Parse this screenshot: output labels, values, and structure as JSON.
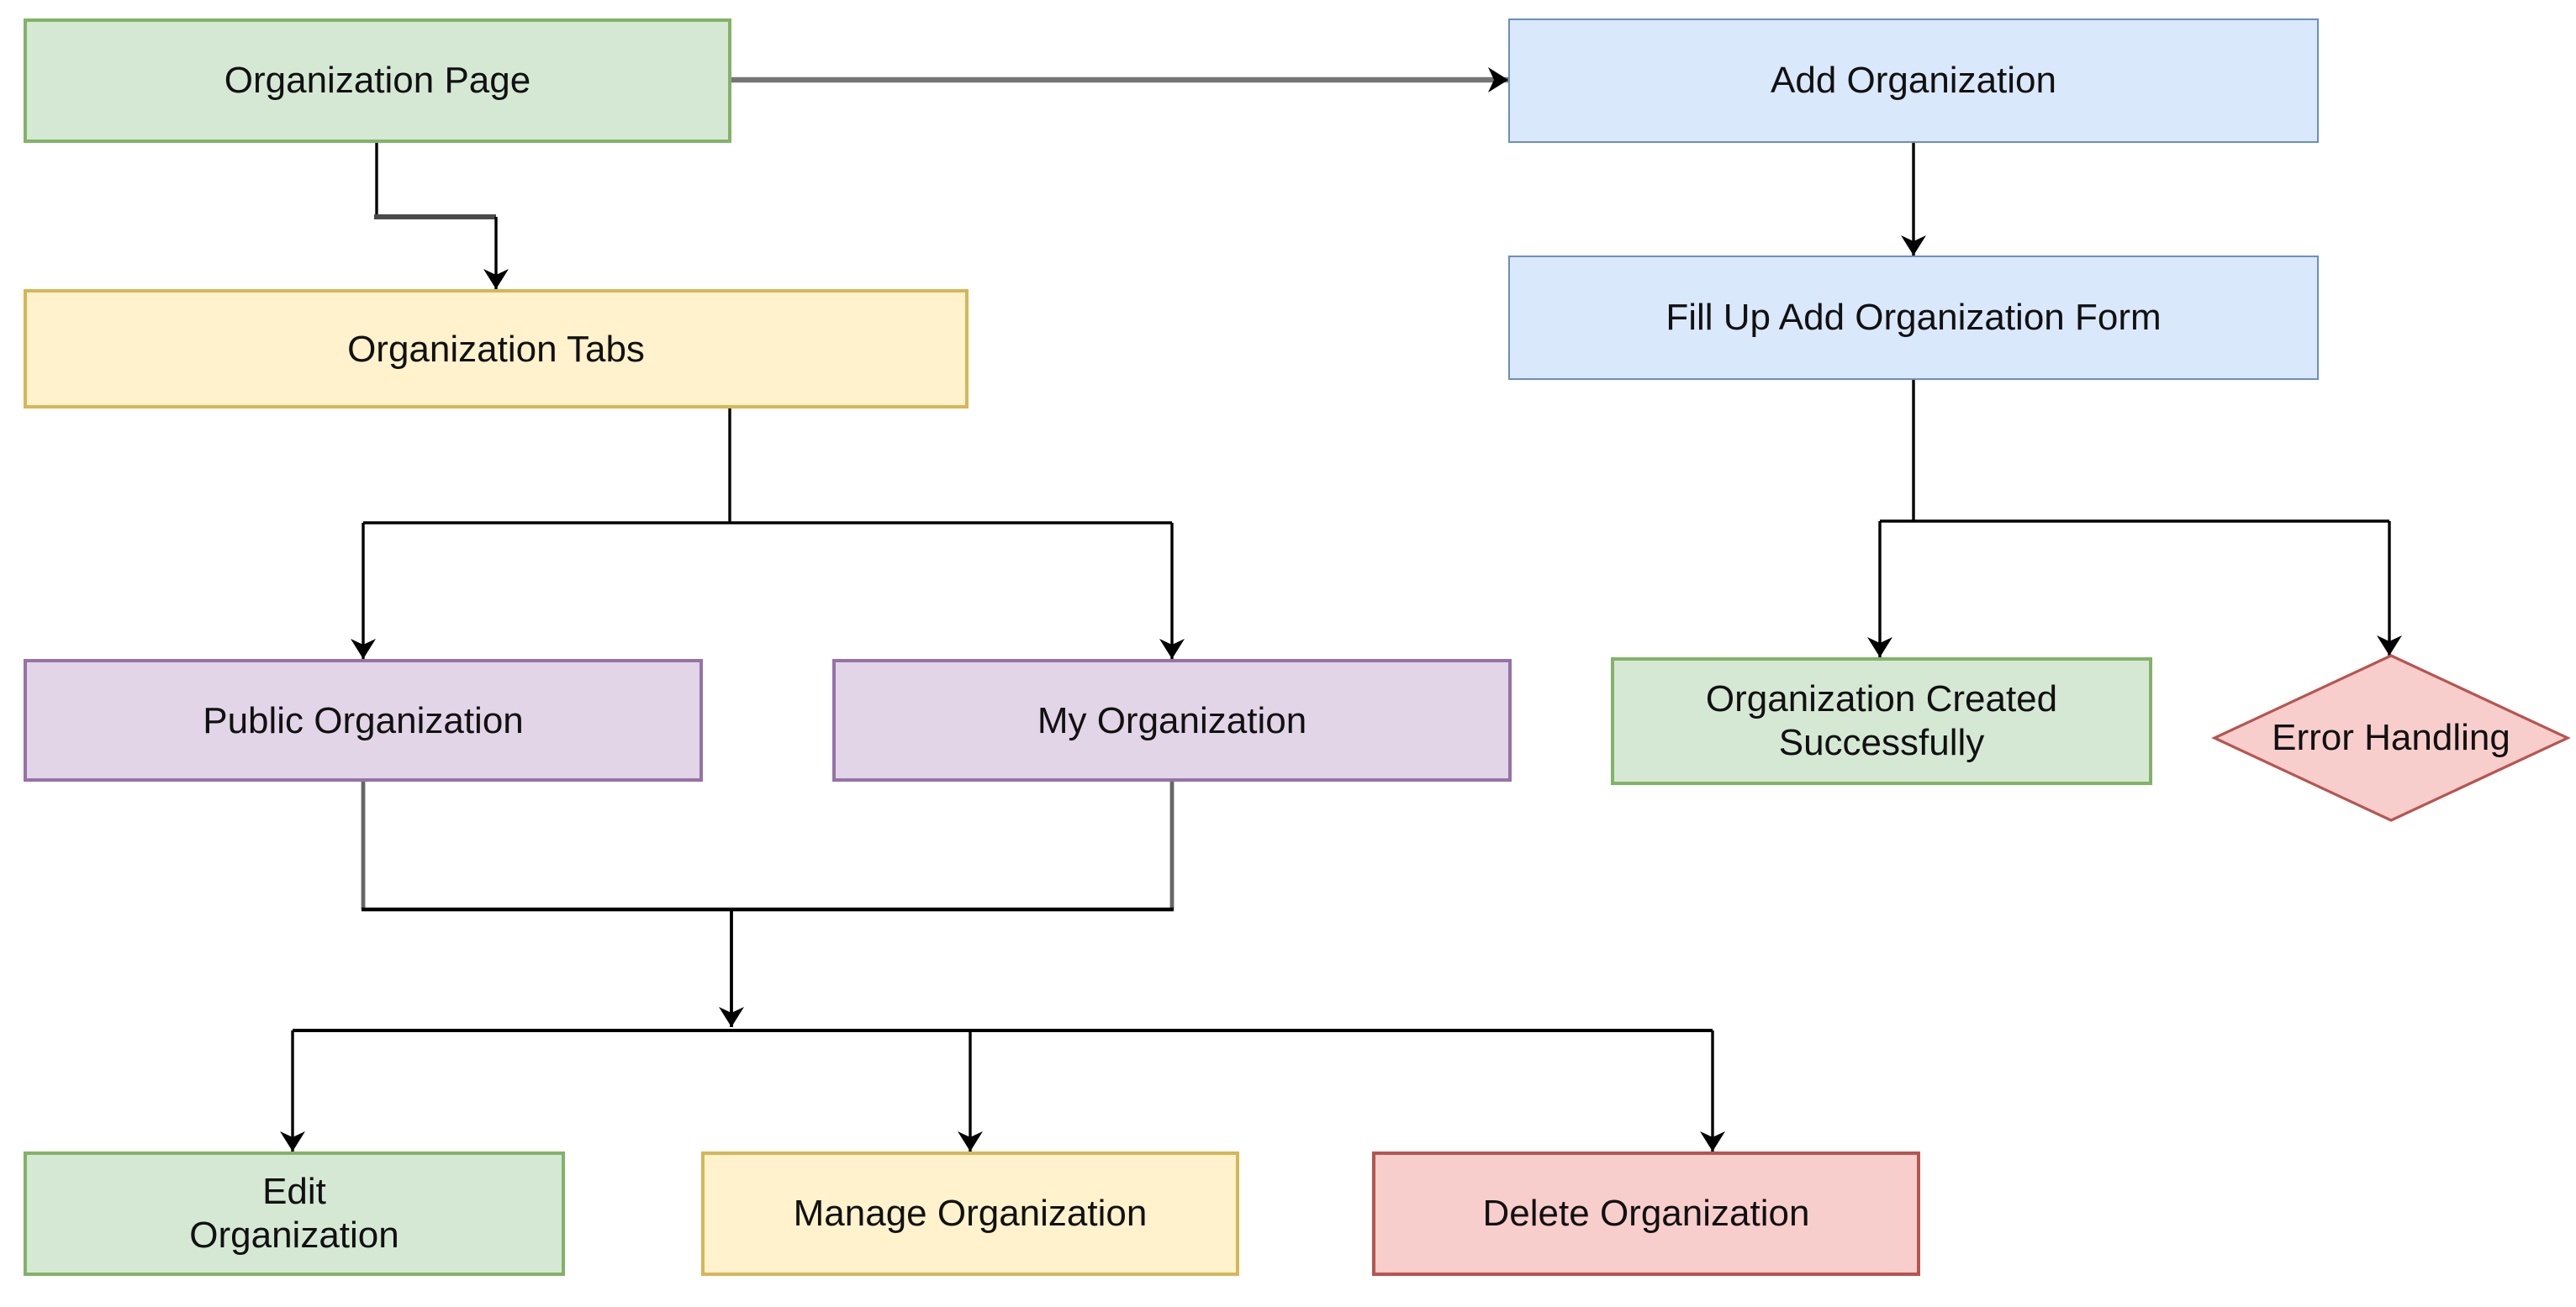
{
  "diagram": {
    "background_color": "#ffffff",
    "nodes": {
      "org_page": {
        "label": "Organization Page",
        "shape": "rectangle",
        "fill": "#d5e8d4",
        "border": "#82b366"
      },
      "add_org": {
        "label": "Add Organization",
        "shape": "rectangle",
        "fill": "#dae8fc",
        "border": "#6c8ebf"
      },
      "org_tabs": {
        "label": "Organization Tabs",
        "shape": "rectangle",
        "fill": "#fff2cc",
        "border": "#d6b656"
      },
      "fill_form": {
        "label": "Fill Up Add Organization Form",
        "shape": "rectangle",
        "fill": "#dae8fc",
        "border": "#6c8ebf"
      },
      "public_org": {
        "label": "Public Organization",
        "shape": "rectangle",
        "fill": "#e1d5e7",
        "border": "#9673a6"
      },
      "my_org": {
        "label": "My Organization",
        "shape": "rectangle",
        "fill": "#e1d5e7",
        "border": "#9673a6"
      },
      "org_created": {
        "label": "Organization Created\nSuccessfully",
        "shape": "rectangle",
        "fill": "#d5e8d4",
        "border": "#82b366"
      },
      "error_handling": {
        "label": "Error Handling",
        "shape": "diamond",
        "fill": "#f8cecc",
        "border": "#b85450"
      },
      "edit_org": {
        "label": "Edit\nOrganization",
        "shape": "rectangle",
        "fill": "#d5e8d4",
        "border": "#82b366"
      },
      "manage_org": {
        "label": "Manage Organization",
        "shape": "rectangle",
        "fill": "#fff2cc",
        "border": "#d6b656"
      },
      "delete_org": {
        "label": "Delete Organization",
        "shape": "rectangle",
        "fill": "#f8cecc",
        "border": "#b85450"
      }
    },
    "connections": [
      {
        "from": "org_page",
        "to": "add_org"
      },
      {
        "from": "org_page",
        "to": "org_tabs"
      },
      {
        "from": "add_org",
        "to": "fill_form"
      },
      {
        "from": "fill_form",
        "to": "org_created"
      },
      {
        "from": "fill_form",
        "to": "error_handling"
      },
      {
        "from": "org_tabs",
        "to": "public_org"
      },
      {
        "from": "org_tabs",
        "to": "my_org"
      },
      {
        "from": "public_org",
        "to": "edit_org"
      },
      {
        "from": "public_org",
        "to": "manage_org"
      },
      {
        "from": "public_org",
        "to": "delete_org"
      },
      {
        "from": "my_org",
        "to": "edit_org"
      },
      {
        "from": "my_org",
        "to": "manage_org"
      },
      {
        "from": "my_org",
        "to": "delete_org"
      }
    ],
    "edge_colors": {
      "default": "#000000",
      "highlight_gray": "#757575",
      "merge_gray": "#666666"
    }
  }
}
